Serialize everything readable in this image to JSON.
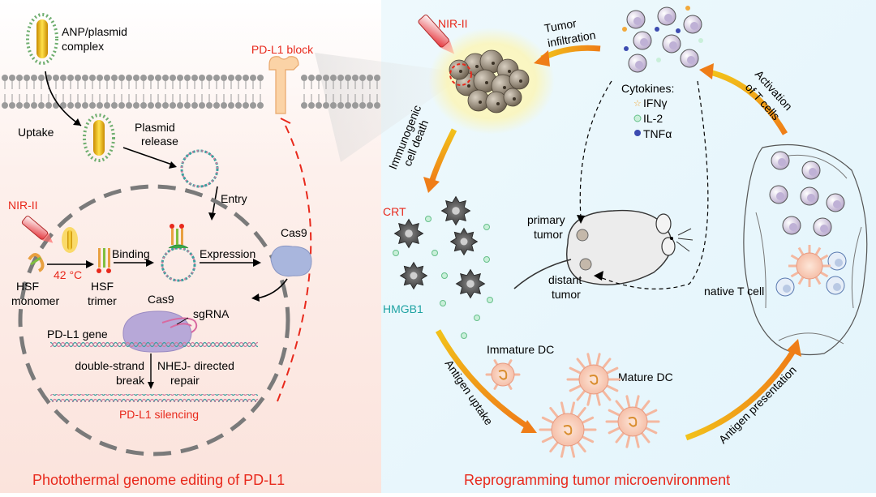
{
  "left_panel": {
    "title": "Photothermal genome editing of PD-L1",
    "anp_label": [
      "ANP/plasmid",
      "complex"
    ],
    "pdl1_block": "PD-L1 block",
    "uptake": "Uptake",
    "plasmid_release": [
      "Plasmid",
      "release"
    ],
    "entry": "Entry",
    "nir": "NIR-II",
    "temp": "42 °C",
    "binding": "Binding",
    "expression": "Expression",
    "cas9_protein": "Cas9",
    "hsf_monomer": [
      "HSF",
      "monomer"
    ],
    "hsf_trimer": [
      "HSF",
      "trimer"
    ],
    "cas9_complex": "Cas9",
    "sgrna": "sgRNA",
    "pdl1_gene": "PD-L1 gene",
    "double_strand": [
      "double-strand",
      "break"
    ],
    "nhej": [
      "NHEJ- directed",
      "repair"
    ],
    "silencing": "PD-L1 silencing"
  },
  "right_panel": {
    "title": "Reprogramming tumor microenvironment",
    "nir": "NIR-II",
    "tumor_infiltration": [
      "Tumor",
      "infiltration"
    ],
    "cytokines": "Cytokines:",
    "ifn": "IFNγ",
    "il2": "IL-2",
    "tnf": "TNFα",
    "activation": [
      "Activation",
      "of T cells"
    ],
    "icd": [
      "Immunogenic",
      "cell death"
    ],
    "crt": "CRT",
    "hmgb1": "HMGB1",
    "primary_tumor": [
      "primary",
      "tumor"
    ],
    "distant_tumor": [
      "distant",
      "tumor"
    ],
    "native_t": "native T cell",
    "immature_dc": "Immature DC",
    "mature_dc": "Mature DC",
    "antigen_uptake": "Antigen uptake",
    "antigen_presentation": "Antigen presentation"
  },
  "colors": {
    "red_label": "#e8291c",
    "teal_label": "#1fa3a3",
    "arrow_orange": "#f08a1a",
    "arrow_yellow": "#f2c21a"
  }
}
